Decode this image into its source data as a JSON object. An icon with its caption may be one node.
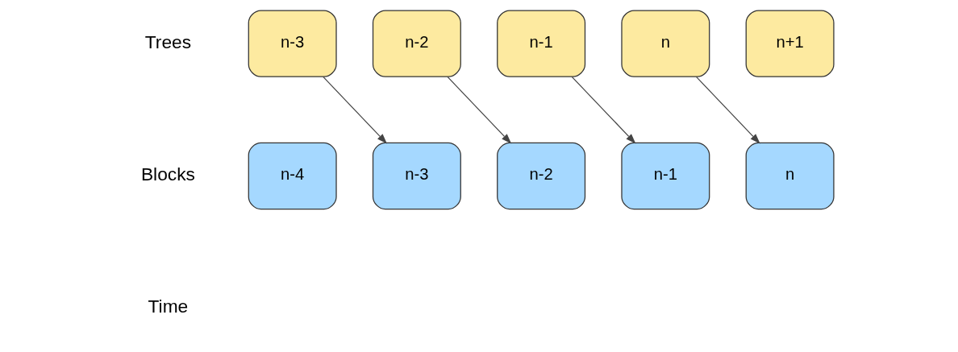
{
  "diagram": {
    "nodes": [
      {
        "text": [
          "n-3"
        ]
      },
      {
        "text": [
          "n-2"
        ]
      },
      {
        "text": [
          "n-1"
        ]
      },
      {
        "text": [
          "n"
        ]
      },
      {
        "text": [
          "n+1"
        ]
      },
      {
        "text": [
          "n-4"
        ]
      },
      {
        "text": [
          "n-3"
        ]
      },
      {
        "text": [
          "n-2"
        ]
      },
      {
        "text": [
          "n-1"
        ]
      },
      {
        "text": [
          "n"
        ]
      }
    ],
    "edges": [
      {
        "from": 0,
        "to": 6,
        "arrow": "to"
      },
      {
        "from": 1,
        "to": 7,
        "arrow": "to"
      },
      {
        "from": 2,
        "to": 8,
        "arrow": "to"
      },
      {
        "from": 3,
        "to": 9,
        "arrow": "to"
      }
    ],
    "labels": [
      "Trees",
      "Blocks",
      "Time"
    ]
  }
}
